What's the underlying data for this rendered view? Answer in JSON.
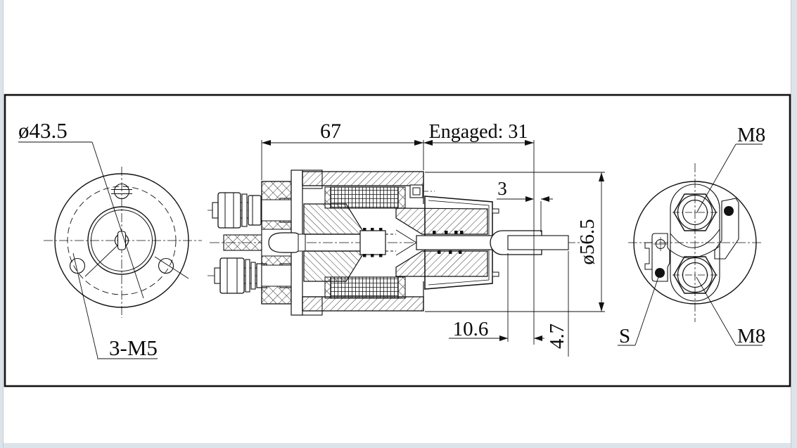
{
  "drawing": {
    "left_view": {
      "diameter_label": "ø43.5",
      "holes_label": "3-M5"
    },
    "section_view": {
      "dim_total_length": "67",
      "dim_engaged": "Engaged: 31",
      "dim_gap": "3",
      "dim_body_diameter": "ø56.5",
      "dim_slot": "10.6",
      "dim_pin": "4.7"
    },
    "rear_view": {
      "terminal_top": "M8",
      "terminal_bottom": "M8",
      "switch_label": "S"
    },
    "colors": {
      "line": "#111111",
      "paper": "#ffffff",
      "edge_strip": "#dde4e9"
    }
  }
}
